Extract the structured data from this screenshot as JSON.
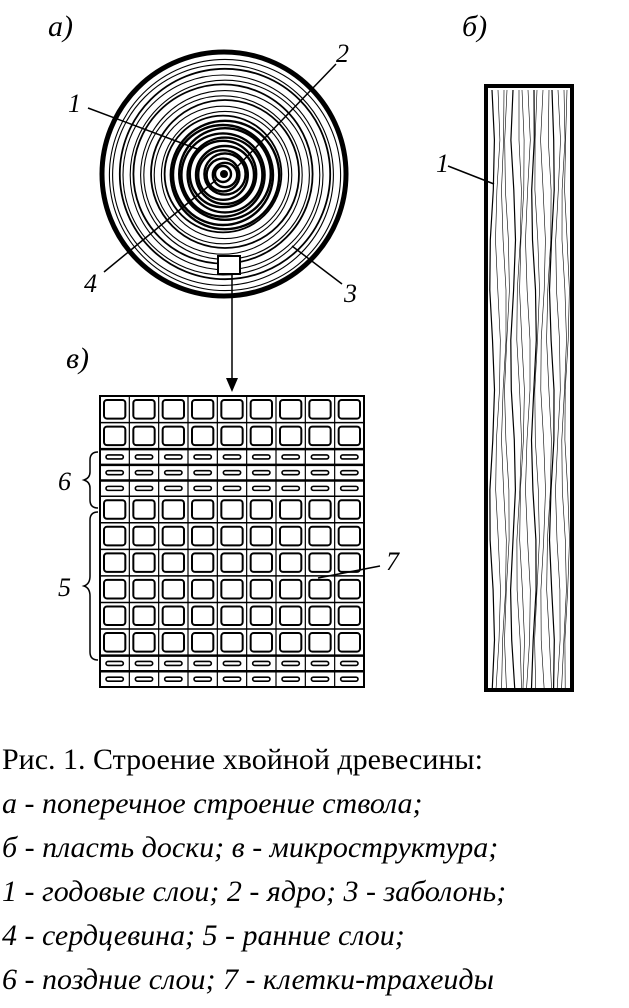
{
  "labels": {
    "panel_a": "а)",
    "panel_b": "б)",
    "panel_v": "в)",
    "n1": "1",
    "n2": "2",
    "n3": "3",
    "n4": "4",
    "n5": "5",
    "n6": "6",
    "n7": "7",
    "plank_1": "1"
  },
  "caption": {
    "title": "Рис. 1. Строение хвойной древесины:",
    "lines": [
      "а - поперечное строение ствола;",
      "б - пласть доски; в - микроструктура;",
      "1 - годовые слои; 2 - ядро; 3 - заболонь;",
      "4 - сердцевина; 5 - ранние слои;",
      "6 - поздние слои; 7 - клетки-трахеиды"
    ]
  },
  "grid": {
    "rows": [
      {
        "type": "early"
      },
      {
        "type": "early"
      },
      {
        "type": "late"
      },
      {
        "type": "late"
      },
      {
        "type": "late"
      },
      {
        "type": "early"
      },
      {
        "type": "early"
      },
      {
        "type": "early"
      },
      {
        "type": "early"
      },
      {
        "type": "early"
      },
      {
        "type": "early"
      },
      {
        "type": "late"
      },
      {
        "type": "late"
      }
    ],
    "columns": 9
  }
}
